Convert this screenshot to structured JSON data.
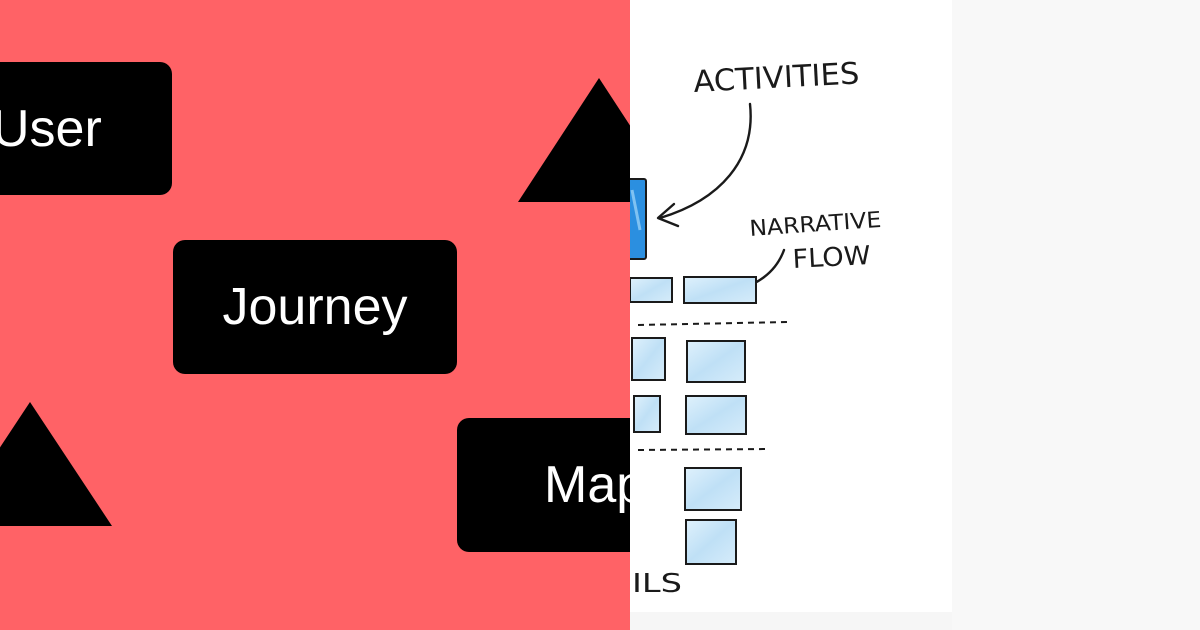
{
  "colors": {
    "red_panel": "#ff6266",
    "box_fill": "#000000",
    "box_text": "#ffffff",
    "sticky_fill": "#c8e6f8",
    "sticky_stroke": "#1a1a1a",
    "activity_fill": "#2b8fe0",
    "right_panel": "#f8f8f8"
  },
  "words": {
    "user": "User",
    "journey": "Journey",
    "map": "Map"
  },
  "sketch": {
    "activities": "ACTIVITIES",
    "narrative": "NARRATIVE",
    "flow": "FLOW",
    "details_partial": "ILS"
  }
}
